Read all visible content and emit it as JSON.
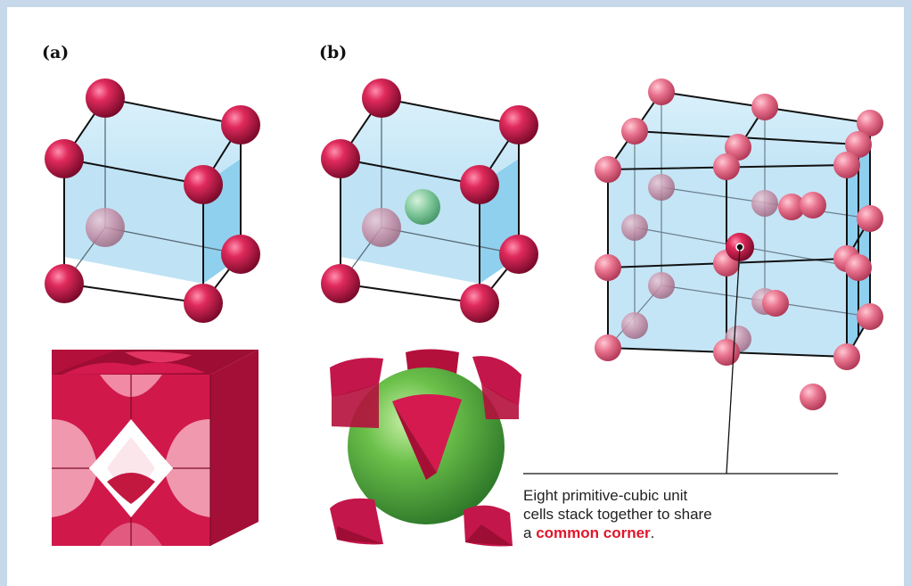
{
  "labels": {
    "a": "(a)",
    "b": "(b)"
  },
  "caption": {
    "line1": "Eight primitive-cubic unit",
    "line2": "cells stack together to share",
    "line3_prefix": "a ",
    "highlight": "common corner",
    "suffix": "."
  },
  "colors": {
    "corner_atom": "#c8154a",
    "center_atom": "#4f9f4f",
    "cell_face": "#bfe3f5",
    "frame": "#c6d8ea",
    "highlight_text": "#e0162b"
  }
}
